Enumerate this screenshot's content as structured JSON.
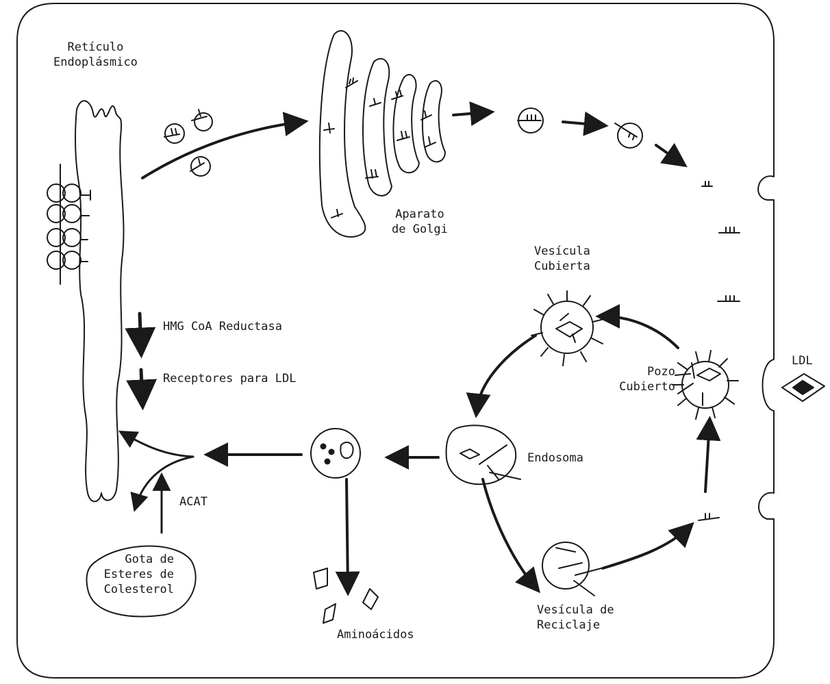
{
  "diagram": {
    "labels": {
      "er_line1": "Retículo",
      "er_line2": "Endoplásmico",
      "golgi_line1": "Aparato",
      "golgi_line2": "de Golgi",
      "coated_vesicle_line1": "Vesícula",
      "coated_vesicle_line2": "Cubierta",
      "hmg": "HMG CoA Reductasa",
      "receptors": "Receptores para LDL",
      "pit_line1": "Pozo",
      "pit_line2": "Cubierto",
      "ldl": "LDL",
      "endosome": "Endosoma",
      "acat": "ACAT",
      "droplet_line1": "Gota de",
      "droplet_line2": "Esteres de",
      "droplet_line3": "Colesterol",
      "amino": "Aminoácidos",
      "recycling_line1": "Vesícula de",
      "recycling_line2": "Reciclaje"
    },
    "colors": {
      "ink": "#1a1a1a",
      "background": "#ffffff"
    }
  }
}
